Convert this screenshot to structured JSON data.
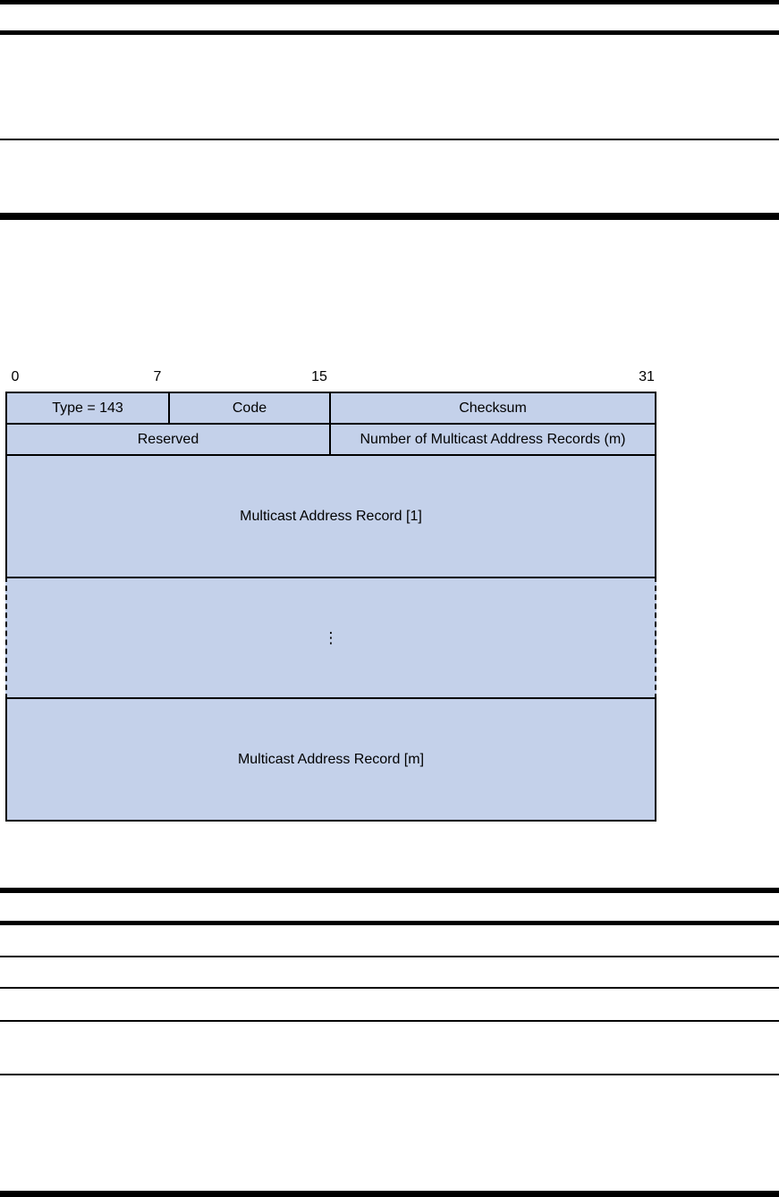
{
  "page": {
    "background_color": "#ffffff",
    "rule_color": "#000000"
  },
  "packet_diagram": {
    "fill_color": "#c4d1ea",
    "border_color": "#000000",
    "bit_labels": [
      "0",
      "7",
      "15",
      "31"
    ],
    "fields": {
      "type": "Type = 143",
      "code": "Code",
      "checksum": "Checksum",
      "reserved": "Reserved",
      "num_records": "Number of Multicast Address Records (m)",
      "record_1": "Multicast Address Record [1]",
      "ellipsis": "⋮",
      "record_m": "Multicast Address Record [m]"
    }
  }
}
